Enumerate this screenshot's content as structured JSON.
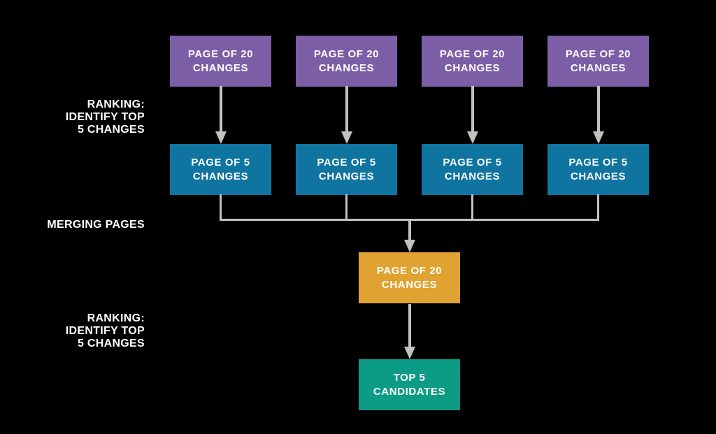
{
  "diagram": {
    "background": "#000000",
    "colors": {
      "purple": "#7B5EA6",
      "blue": "#0F74A0",
      "orange": "#E0A231",
      "teal": "#0C9C85",
      "arrow": "#C2C2C2",
      "text": "#FFFFFF"
    },
    "side_labels": [
      {
        "id": "ranking-top",
        "lines": [
          "RANKING:",
          "IDENTIFY TOP",
          "5 CHANGES"
        ]
      },
      {
        "id": "merging-pages",
        "lines": [
          "MERGING PAGES"
        ]
      },
      {
        "id": "ranking-bottom",
        "lines": [
          "RANKING:",
          "IDENTIFY TOP",
          "5 CHANGES"
        ]
      }
    ],
    "top_row": [
      {
        "color": "#7B5EA6",
        "lines": [
          "PAGE OF 20",
          "CHANGES"
        ]
      },
      {
        "color": "#7B5EA6",
        "lines": [
          "PAGE OF 20",
          "CHANGES"
        ]
      },
      {
        "color": "#7B5EA6",
        "lines": [
          "PAGE OF 20",
          "CHANGES"
        ]
      },
      {
        "color": "#7B5EA6",
        "lines": [
          "PAGE OF 20",
          "CHANGES"
        ]
      }
    ],
    "middle_row": [
      {
        "color": "#0F74A0",
        "lines": [
          "PAGE OF 5",
          "CHANGES"
        ]
      },
      {
        "color": "#0F74A0",
        "lines": [
          "PAGE OF 5",
          "CHANGES"
        ]
      },
      {
        "color": "#0F74A0",
        "lines": [
          "PAGE OF 5",
          "CHANGES"
        ]
      },
      {
        "color": "#0F74A0",
        "lines": [
          "PAGE OF 5",
          "CHANGES"
        ]
      }
    ],
    "merge_node": {
      "color": "#E0A231",
      "lines": [
        "PAGE OF 20",
        "CHANGES"
      ]
    },
    "final_node": {
      "color": "#0C9C85",
      "lines": [
        "TOP 5",
        "CANDIDATES"
      ]
    }
  }
}
